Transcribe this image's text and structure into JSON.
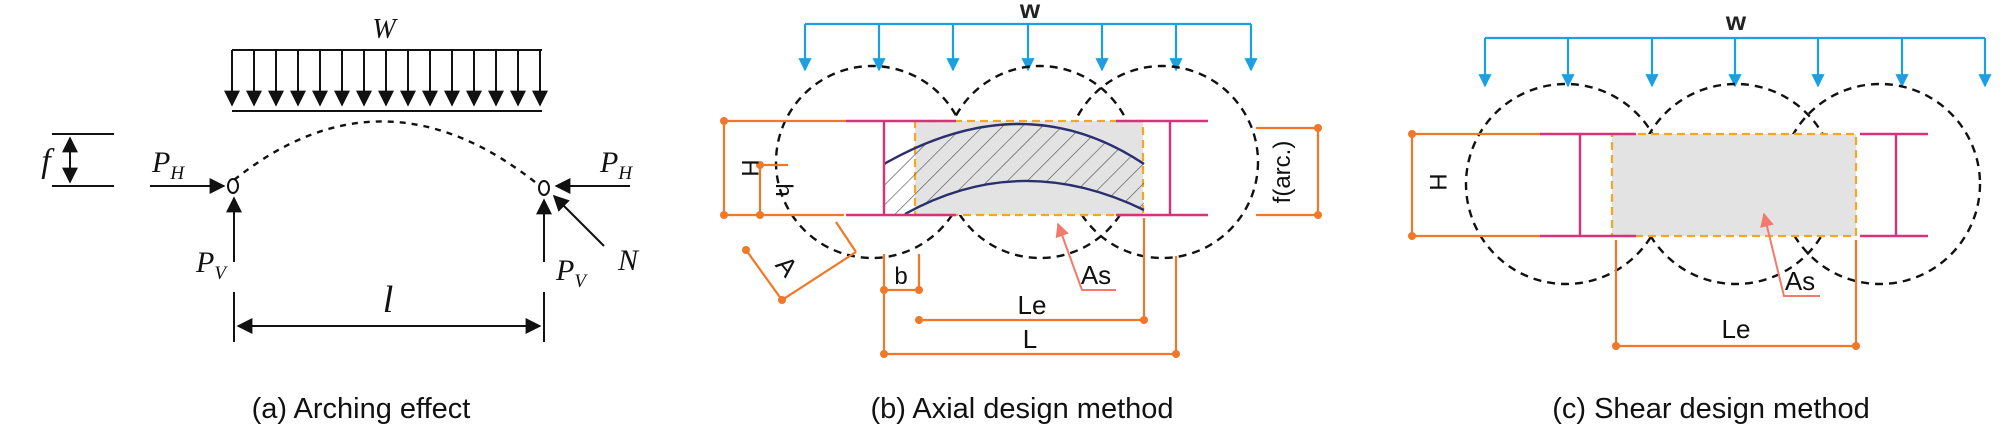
{
  "panels": {
    "a": {
      "caption": "(a) Arching effect",
      "load": "W",
      "rise": "f",
      "horizontal_left": "P",
      "horizontal_left_sub": "H",
      "horizontal_right": "P",
      "horizontal_right_sub": "H",
      "vertical_left": "P",
      "vertical_left_sub": "V",
      "vertical_right": "P",
      "vertical_right_sub": "V",
      "normal": "N",
      "span": "l"
    },
    "b": {
      "caption": "(b) Axial design method",
      "load": "w",
      "height_H": "H",
      "height_h": "h",
      "angle_A": "A",
      "width_b": "b",
      "arc_rise": "f(arc.)",
      "area": "As",
      "eff_length": "Le",
      "length": "L"
    },
    "c": {
      "caption": "(c) Shear design method",
      "load": "w",
      "height_H": "H",
      "area": "As",
      "eff_length": "Le"
    }
  },
  "colors": {
    "load_arrows": "#1ba1e2",
    "dimension": "#f07828",
    "flange": "#d6337a",
    "effective_zone": "#f5a623",
    "arch": "#2a2f6e",
    "leader": "#f07b6c",
    "shade": "#e3e3e3"
  }
}
